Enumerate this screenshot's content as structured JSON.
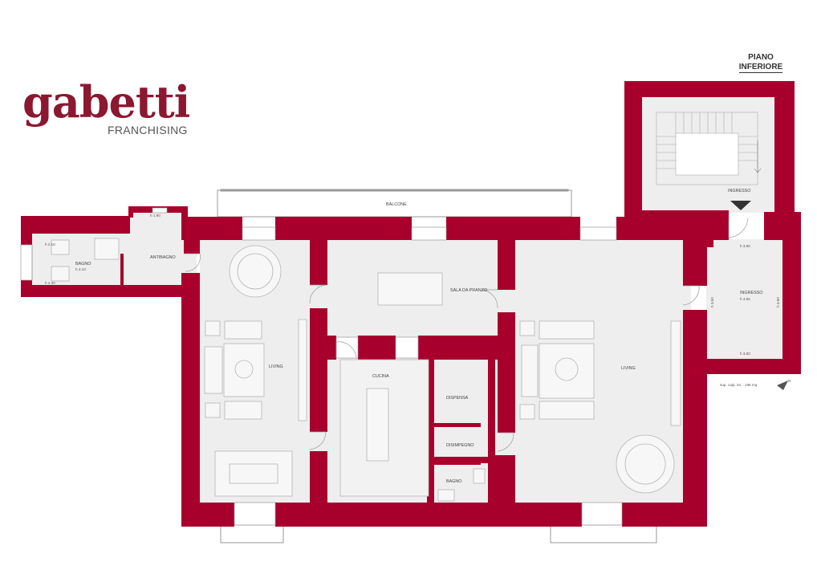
{
  "brand": {
    "logo_text": "gabetti",
    "sub_text": "FRANCHISING"
  },
  "level": {
    "line1": "PIANO",
    "line2": "INFERIORE"
  },
  "rooms": {
    "balcone": "BALCONE",
    "antibagno": "ANTIBAGNO",
    "bagno_left": "BAGNO",
    "bagno_left_h": "h 4.10",
    "h_190": "h 1.90",
    "h_210": "h 2.10",
    "h_230": "h 2.30",
    "sala_da_pranzo": "SALA DA PRANZO",
    "living_left": "LIVING",
    "cucina": "CUCINA",
    "dispensa": "DISPENSA",
    "disimpegno": "DISIMPEGNO",
    "bagno_small": "BAGNO",
    "living_right": "LIVING",
    "ingresso_stairs": "INGRESSO",
    "ingresso": "INGRESSO",
    "ingresso_h": "h 4.55",
    "h_350_top": "h 3.50",
    "h_350_left": "h 3.50",
    "h_350_right": "h 3.50",
    "h_350_bottom": "h 3.50"
  },
  "surface_note": "sup. calp. int. : 195 mq",
  "north_label": "N",
  "colors": {
    "wall": "#a8002c",
    "floor": "#eeeeee",
    "brand": "#8b1730",
    "furniture_stroke": "#b5b5b5"
  }
}
